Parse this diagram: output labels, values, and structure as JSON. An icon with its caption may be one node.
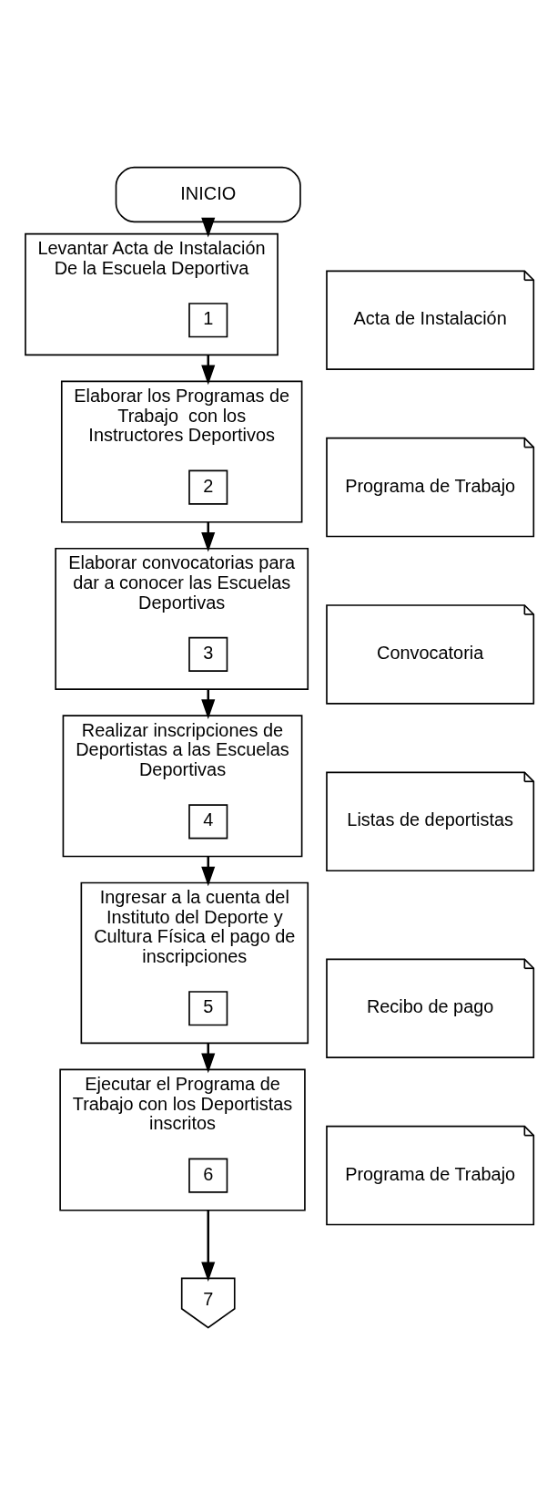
{
  "diagram": {
    "nodes": [
      {
        "text": [
          "INICIO"
        ]
      },
      {
        "text": [
          "Levantar Acta de Instalación De la Escuela Deportiva"
        ]
      },
      {
        "text": [
          "1"
        ],
        "in": 1
      },
      {
        "text": [
          "Acta de Instalación"
        ]
      },
      {
        "text": [
          "Elaborar los Programas de Trabajo  con los Instructores Deportivos"
        ]
      },
      {
        "text": [
          "2"
        ],
        "in": 4
      },
      {
        "text": [
          "Programa de Trabajo"
        ]
      },
      {
        "text": [
          "Elaborar convocatorias para dar a conocer las Escuelas Deportivas"
        ]
      },
      {
        "text": [
          "3"
        ],
        "in": 7
      },
      {
        "text": [
          "Convocatoria"
        ]
      },
      {
        "text": [
          "Realizar inscripciones de Deportistas a las Escuelas Deportivas"
        ]
      },
      {
        "text": [
          "4"
        ],
        "in": 10
      },
      {
        "text": [
          "Listas de deportistas"
        ]
      },
      {
        "text": [
          "Ingresar a la cuenta del Instituto del Deporte y Cultura Física el pago de inscripciones"
        ]
      },
      {
        "text": [
          "5"
        ],
        "in": 13
      },
      {
        "text": [
          "Recibo de pago"
        ]
      },
      {
        "text": [
          "Ejecutar el Programa de Trabajo con los Deportistas inscritos"
        ]
      },
      {
        "text": [
          "6"
        ],
        "in": 16
      },
      {
        "text": [
          "Programa de Trabajo"
        ]
      },
      {
        "text": [
          "7"
        ]
      }
    ],
    "edges": [
      {
        "from": 0,
        "to": 1,
        "arrow": "to"
      },
      {
        "from": 1,
        "to": 4,
        "arrow": "to"
      },
      {
        "from": 4,
        "to": 7,
        "arrow": "to"
      },
      {
        "from": 7,
        "to": 10,
        "arrow": "to"
      },
      {
        "from": 10,
        "to": 13,
        "arrow": "to"
      },
      {
        "from": 13,
        "to": 16,
        "arrow": "to"
      },
      {
        "from": 16,
        "to": 19,
        "arrow": "to"
      }
    ]
  }
}
